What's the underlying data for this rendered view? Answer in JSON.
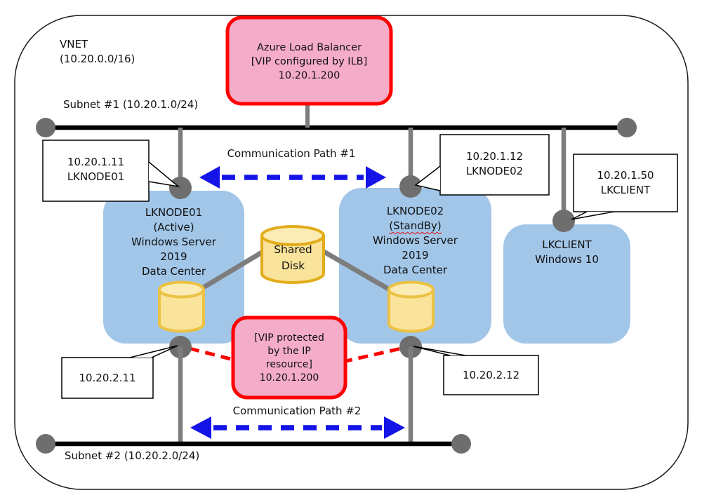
{
  "colors": {
    "node_box_fill": "#A2C6E8",
    "pink_fill": "#F4ACC8",
    "red_border": "#FF0000",
    "disk_fill": "#FAE49B",
    "disk_top_fill": "#FBEBB4",
    "disk_border": "#E2AC1B",
    "connector_gray": "#6E6E6E",
    "path_blue": "#1414E8",
    "subnet_line": "#000000"
  },
  "vnet": {
    "title": "VNET",
    "cidr": "(10.20.0.0/16)"
  },
  "subnet1": {
    "label": "Subnet #1 (10.20.1.0/24)"
  },
  "subnet2": {
    "label": "Subnet #2 (10.20.2.0/24)"
  },
  "load_balancer": {
    "title": "Azure Load Balancer",
    "subtitle": "[VIP configured by ILB]",
    "vip": "10.20.1.200"
  },
  "vip_resource": {
    "line1": "[VIP protected",
    "line2": "by the IP",
    "line3": "resource]",
    "vip": "10.20.1.200"
  },
  "comm_paths": {
    "path1": "Communication Path #1",
    "path2": "Communication Path #2"
  },
  "nodes": {
    "node1": {
      "name": "LKNODE01",
      "role": "(Active)",
      "os_line1": "Windows Server",
      "os_line2": "2019",
      "os_line3": "Data Center"
    },
    "node2": {
      "name": "LKNODE02",
      "role": "(StandBy)",
      "os_line1": "Windows Server",
      "os_line2": "2019",
      "os_line3": "Data Center"
    },
    "client": {
      "name": "LKCLIENT",
      "os": "Windows 10"
    }
  },
  "shared_disk": {
    "line1": "Shared",
    "line2": "Disk"
  },
  "callouts": {
    "node1_subnet1": {
      "ip": "10.20.1.11",
      "host": "LKNODE01"
    },
    "node2_subnet1": {
      "ip": "10.20.1.12",
      "host": "LKNODE02"
    },
    "client_subnet1": {
      "ip": "10.20.1.50",
      "host": "LKCLIENT"
    },
    "node1_subnet2": {
      "ip": "10.20.2.11"
    },
    "node2_subnet2": {
      "ip": "10.20.2.12"
    }
  }
}
